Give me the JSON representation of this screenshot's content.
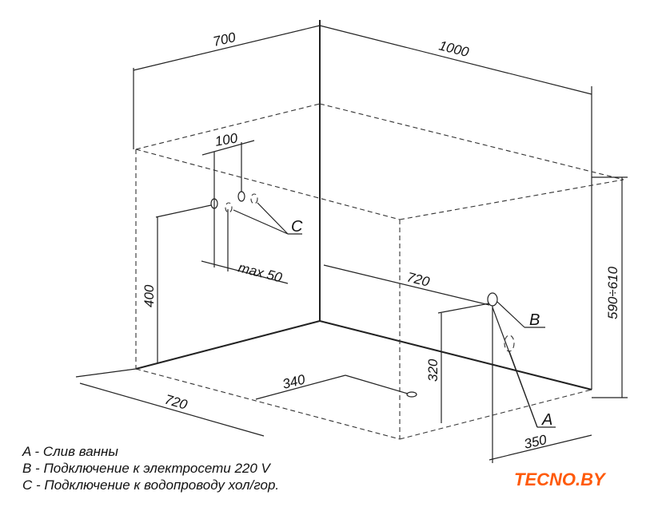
{
  "dimensions": {
    "width_top": "700",
    "length_top": "1000",
    "pipe_spacing": "100",
    "pipe_offset": "max 50",
    "pipe_height": "400",
    "height": "590÷610",
    "drain_from_wall": "720",
    "drain_height": "320",
    "floor_340": "340",
    "floor_720": "720",
    "drain_350": "350"
  },
  "markers": {
    "a": "A",
    "b": "B",
    "c": "C"
  },
  "legend": [
    "A - Слив ванны",
    "B - Подключение к электросети 220 V",
    "C - Подключение к водопроводу хол/гор."
  ],
  "logo": "TECNO.BY",
  "colors": {
    "logo": "#ff5a0a"
  }
}
